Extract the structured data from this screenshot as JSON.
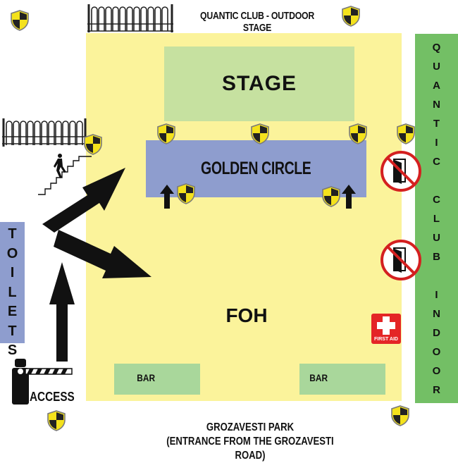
{
  "title": "QUANTIC CLUB - OUTDOOR STAGE",
  "areas": {
    "stage": "STAGE",
    "golden_circle": "GOLDEN CIRCLE",
    "foh": "FOH",
    "bar_left": "BAR",
    "bar_right": "BAR"
  },
  "toilets": "TOILETS",
  "indoor": "QUANTIC CLUB INDOOR",
  "access": "ACCESS",
  "first_aid": "FIRST AID",
  "park": {
    "line1": "GROZAVESTI PARK",
    "line2": "(ENTRANCE FROM THE GROZAVESTI ROAD)"
  },
  "colors": {
    "main_area": "#fbf39b",
    "stage": "#c6e1a0",
    "golden_circle": "#8e9dce",
    "bar": "#a9d79b",
    "toilets": "#8e9dce",
    "indoor": "#73bf65",
    "first_aid": "#e42526",
    "no_entry": "#d42020"
  },
  "icons": [
    "security-shield-icon",
    "fence-icon",
    "stairs-person-icon",
    "direction-arrow-icon",
    "no-entry-door-icon",
    "first-aid-icon",
    "access-barrier-icon"
  ]
}
